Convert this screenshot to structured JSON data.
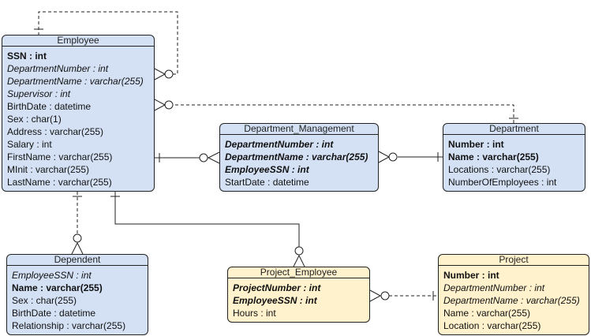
{
  "entities": {
    "employee": {
      "title": "Employee",
      "fields": [
        {
          "text": "SSN : int",
          "kind": "pk"
        },
        {
          "text": "DepartmentNumber : int",
          "kind": "fk"
        },
        {
          "text": "DepartmentName : varchar(255)",
          "kind": "fk"
        },
        {
          "text": "Supervisor : int",
          "kind": "fk"
        },
        {
          "text": "BirthDate : datetime",
          "kind": ""
        },
        {
          "text": "Sex : char(1)",
          "kind": ""
        },
        {
          "text": "Address : varchar(255)",
          "kind": ""
        },
        {
          "text": "Salary : int",
          "kind": ""
        },
        {
          "text": "FirstName : varchar(255)",
          "kind": ""
        },
        {
          "text": "MInit : varchar(255)",
          "kind": ""
        },
        {
          "text": "LastName : varchar(255)",
          "kind": ""
        }
      ]
    },
    "department_management": {
      "title": "Department_Management",
      "fields": [
        {
          "text": "DepartmentNumber : int",
          "kind": "pkfk"
        },
        {
          "text": "DepartmentName : varchar(255)",
          "kind": "pkfk"
        },
        {
          "text": "EmployeeSSN : int",
          "kind": "pkfk"
        },
        {
          "text": "StartDate : datetime",
          "kind": ""
        }
      ]
    },
    "department": {
      "title": "Department",
      "fields": [
        {
          "text": "Number : int",
          "kind": "pk"
        },
        {
          "text": "Name : varchar(255)",
          "kind": "pk"
        },
        {
          "text": "Locations : varchar(255)",
          "kind": ""
        },
        {
          "text": "NumberOfEmployees : int",
          "kind": ""
        }
      ]
    },
    "dependent": {
      "title": "Dependent",
      "fields": [
        {
          "text": "EmployeeSSN : int",
          "kind": "fk"
        },
        {
          "text": "Name : varchar(255)",
          "kind": "pk"
        },
        {
          "text": "Sex : char(255)",
          "kind": ""
        },
        {
          "text": "BirthDate : datetime",
          "kind": ""
        },
        {
          "text": "Relationship : varchar(255)",
          "kind": ""
        }
      ]
    },
    "project_employee": {
      "title": "Project_Employee",
      "fields": [
        {
          "text": "ProjectNumber : int",
          "kind": "pkfk"
        },
        {
          "text": "EmployeeSSN : int",
          "kind": "pkfk"
        },
        {
          "text": "Hours : int",
          "kind": ""
        }
      ]
    },
    "project": {
      "title": "Project",
      "fields": [
        {
          "text": "Number : int",
          "kind": "pk"
        },
        {
          "text": "DepartmentNumber : int",
          "kind": "fk"
        },
        {
          "text": "DepartmentName : varchar(255)",
          "kind": "fk"
        },
        {
          "text": "Name : varchar(255)",
          "kind": ""
        },
        {
          "text": "Location : varchar(255)",
          "kind": ""
        }
      ]
    }
  },
  "relationships": [
    {
      "name": "employee-supervisor",
      "from": "employee",
      "to": "employee",
      "style": "dashed",
      "from_end": "one",
      "to_end": "zero-or-many"
    },
    {
      "name": "department-employee",
      "from": "department",
      "to": "employee",
      "style": "dashed",
      "from_end": "one",
      "to_end": "zero-or-many"
    },
    {
      "name": "employee-department-management",
      "from": "employee",
      "to": "department_management",
      "style": "solid",
      "from_end": "one",
      "to_end": "zero-or-many"
    },
    {
      "name": "department-department-management",
      "from": "department",
      "to": "department_management",
      "style": "solid",
      "from_end": "one",
      "to_end": "zero-or-many"
    },
    {
      "name": "employee-dependent",
      "from": "employee",
      "to": "dependent",
      "style": "dashed",
      "from_end": "one",
      "to_end": "zero-or-many"
    },
    {
      "name": "employee-project-employee",
      "from": "employee",
      "to": "project_employee",
      "style": "solid",
      "from_end": "one",
      "to_end": "zero-or-many"
    },
    {
      "name": "project-project-employee",
      "from": "project",
      "to": "project_employee",
      "style": "dashed",
      "from_end": "one",
      "to_end": "zero-or-many"
    }
  ],
  "colors": {
    "blue_fill": "#d4e1f5",
    "yellow_fill": "#fff2cc",
    "stroke": "#222222"
  }
}
